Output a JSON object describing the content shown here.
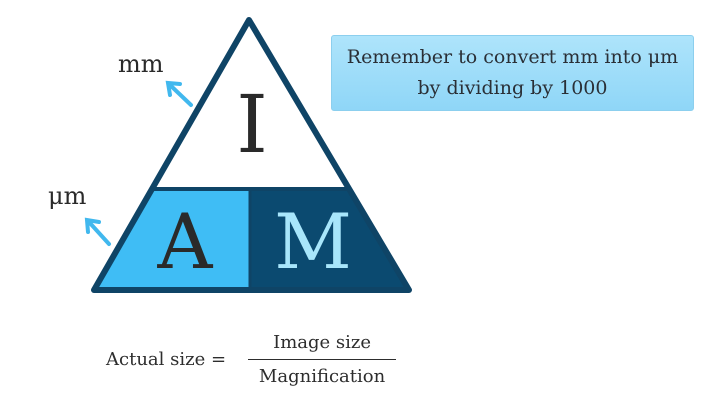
{
  "triangle": {
    "top_letter": "I",
    "bottom_left_letter": "A",
    "bottom_right_letter": "M"
  },
  "units": {
    "top_label": "mm",
    "bottom_label": "μm"
  },
  "note": {
    "line1": "Remember to convert mm into μm",
    "line2": "by dividing by 1000"
  },
  "formula": {
    "lhs": "Actual size =",
    "numerator": "Image size",
    "denominator": "Magnification"
  },
  "colors": {
    "outline": "#0f4466",
    "cell_a": "#3fbdf5",
    "cell_m": "#0b4a70",
    "letter_m": "#a8e6fb",
    "arrow": "#41b8ee",
    "note_bg": "#a3def9"
  }
}
